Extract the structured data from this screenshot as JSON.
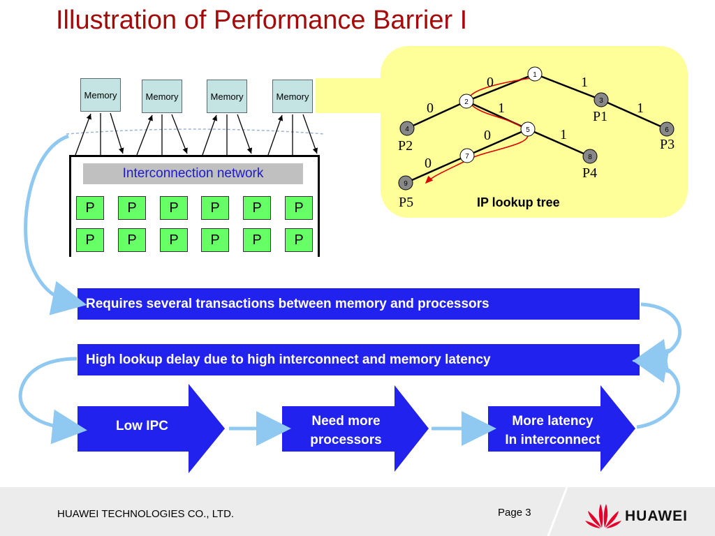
{
  "slide": {
    "title": "Illustration of Performance Barrier I"
  },
  "memories": [
    "Memory",
    "Memory",
    "Memory",
    "Memory"
  ],
  "network": {
    "label": "Interconnection network"
  },
  "processors": {
    "row1": [
      "P",
      "P",
      "P",
      "P",
      "P",
      "P"
    ],
    "row2": [
      "P",
      "P",
      "P",
      "P",
      "P",
      "P"
    ]
  },
  "tree": {
    "caption": "IP lookup tree",
    "nodes": [
      "1",
      "2",
      "3",
      "4",
      "5",
      "6",
      "7",
      "8",
      "9"
    ],
    "edge_labels": [
      "0",
      "1",
      "0",
      "1",
      "1",
      "0",
      "1",
      "0"
    ],
    "prefixes": [
      "P1",
      "P2",
      "P3",
      "P4",
      "P5"
    ]
  },
  "statements": [
    "Requires several transactions between memory and processors",
    "High lookup delay due to high interconnect and memory latency"
  ],
  "flow": [
    {
      "line1": "Low IPC",
      "line2": ""
    },
    {
      "line1": "Need more",
      "line2": "processors"
    },
    {
      "line1": "More latency",
      "line2": "In interconnect"
    }
  ],
  "footer": {
    "company": "HUAWEI TECHNOLOGIES CO., LTD.",
    "page": "Page 3",
    "brand": "HUAWEI"
  },
  "colors": {
    "title": "#a50a0a",
    "bar": "#2222ee",
    "processor": "#66ff66",
    "panel": "#ffff99",
    "connector": "#8fc8f0"
  }
}
